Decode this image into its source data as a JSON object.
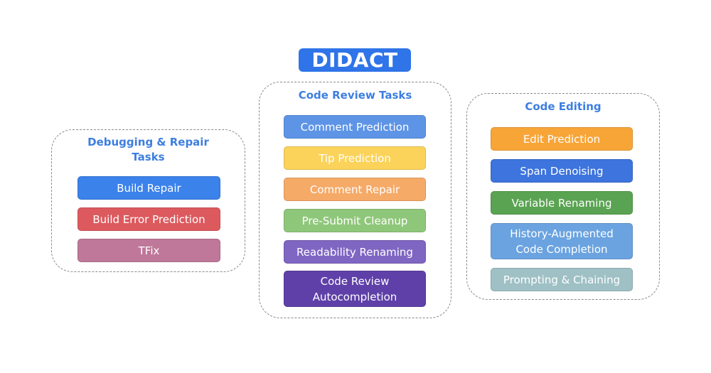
{
  "title": "DIDACT",
  "groups": {
    "debug": {
      "title_line1": "Debugging & Repair",
      "title_line2": "Tasks",
      "tasks": [
        "Build Repair",
        "Build Error Prediction",
        "TFix"
      ]
    },
    "review": {
      "title": "Code Review Tasks",
      "tasks": [
        "Comment Prediction",
        "Tip Prediction",
        "Comment Repair",
        "Pre-Submit Cleanup",
        "Readability Renaming",
        "Code Review",
        "Autocompletion"
      ]
    },
    "edit": {
      "title": "Code Editing",
      "tasks": [
        "Edit Prediction",
        "Span Denoising",
        "Variable Renaming",
        "History-Augmented",
        "Code Completion",
        "Prompting & Chaining"
      ]
    }
  },
  "colors": {
    "title_bg": "#2f74e8",
    "group_title": "#3d7ee0",
    "build_repair": "#3b82ea",
    "build_error": "#dc5a5e",
    "tfix": "#bf7899",
    "comment_prediction": "#5d94e6",
    "tip_prediction": "#fbd35a",
    "comment_repair": "#f5aa68",
    "pre_submit": "#8fc77a",
    "readability": "#7f66c2",
    "code_review_auto": "#5f40a8",
    "edit_prediction": "#f8a538",
    "span_denoising": "#3d74dd",
    "variable_renaming": "#5aa352",
    "history_augmented": "#6aa3e0",
    "prompting": "#9fc0c5"
  }
}
